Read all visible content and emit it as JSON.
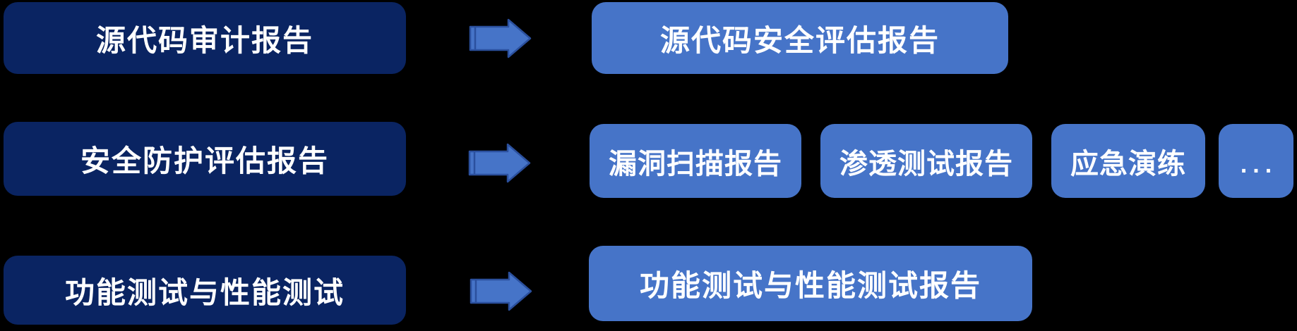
{
  "diagram": {
    "rows": [
      {
        "source": "源代码审计报告",
        "outputs": [
          "源代码安全评估报告"
        ]
      },
      {
        "source": "安全防护评估报告",
        "outputs": [
          "漏洞扫描报告",
          "渗透测试报告",
          "应急演练",
          "..."
        ]
      },
      {
        "source": "功能测试与性能测试",
        "outputs": [
          "功能测试与性能测试报告"
        ]
      }
    ]
  },
  "colors": {
    "background": "#000000",
    "dark_box": "#0A2462",
    "light_box": "#4674C8",
    "arrow_fill": "#4674C8",
    "arrow_edge": "#2B509E",
    "text_color": "#FFFFFF"
  }
}
